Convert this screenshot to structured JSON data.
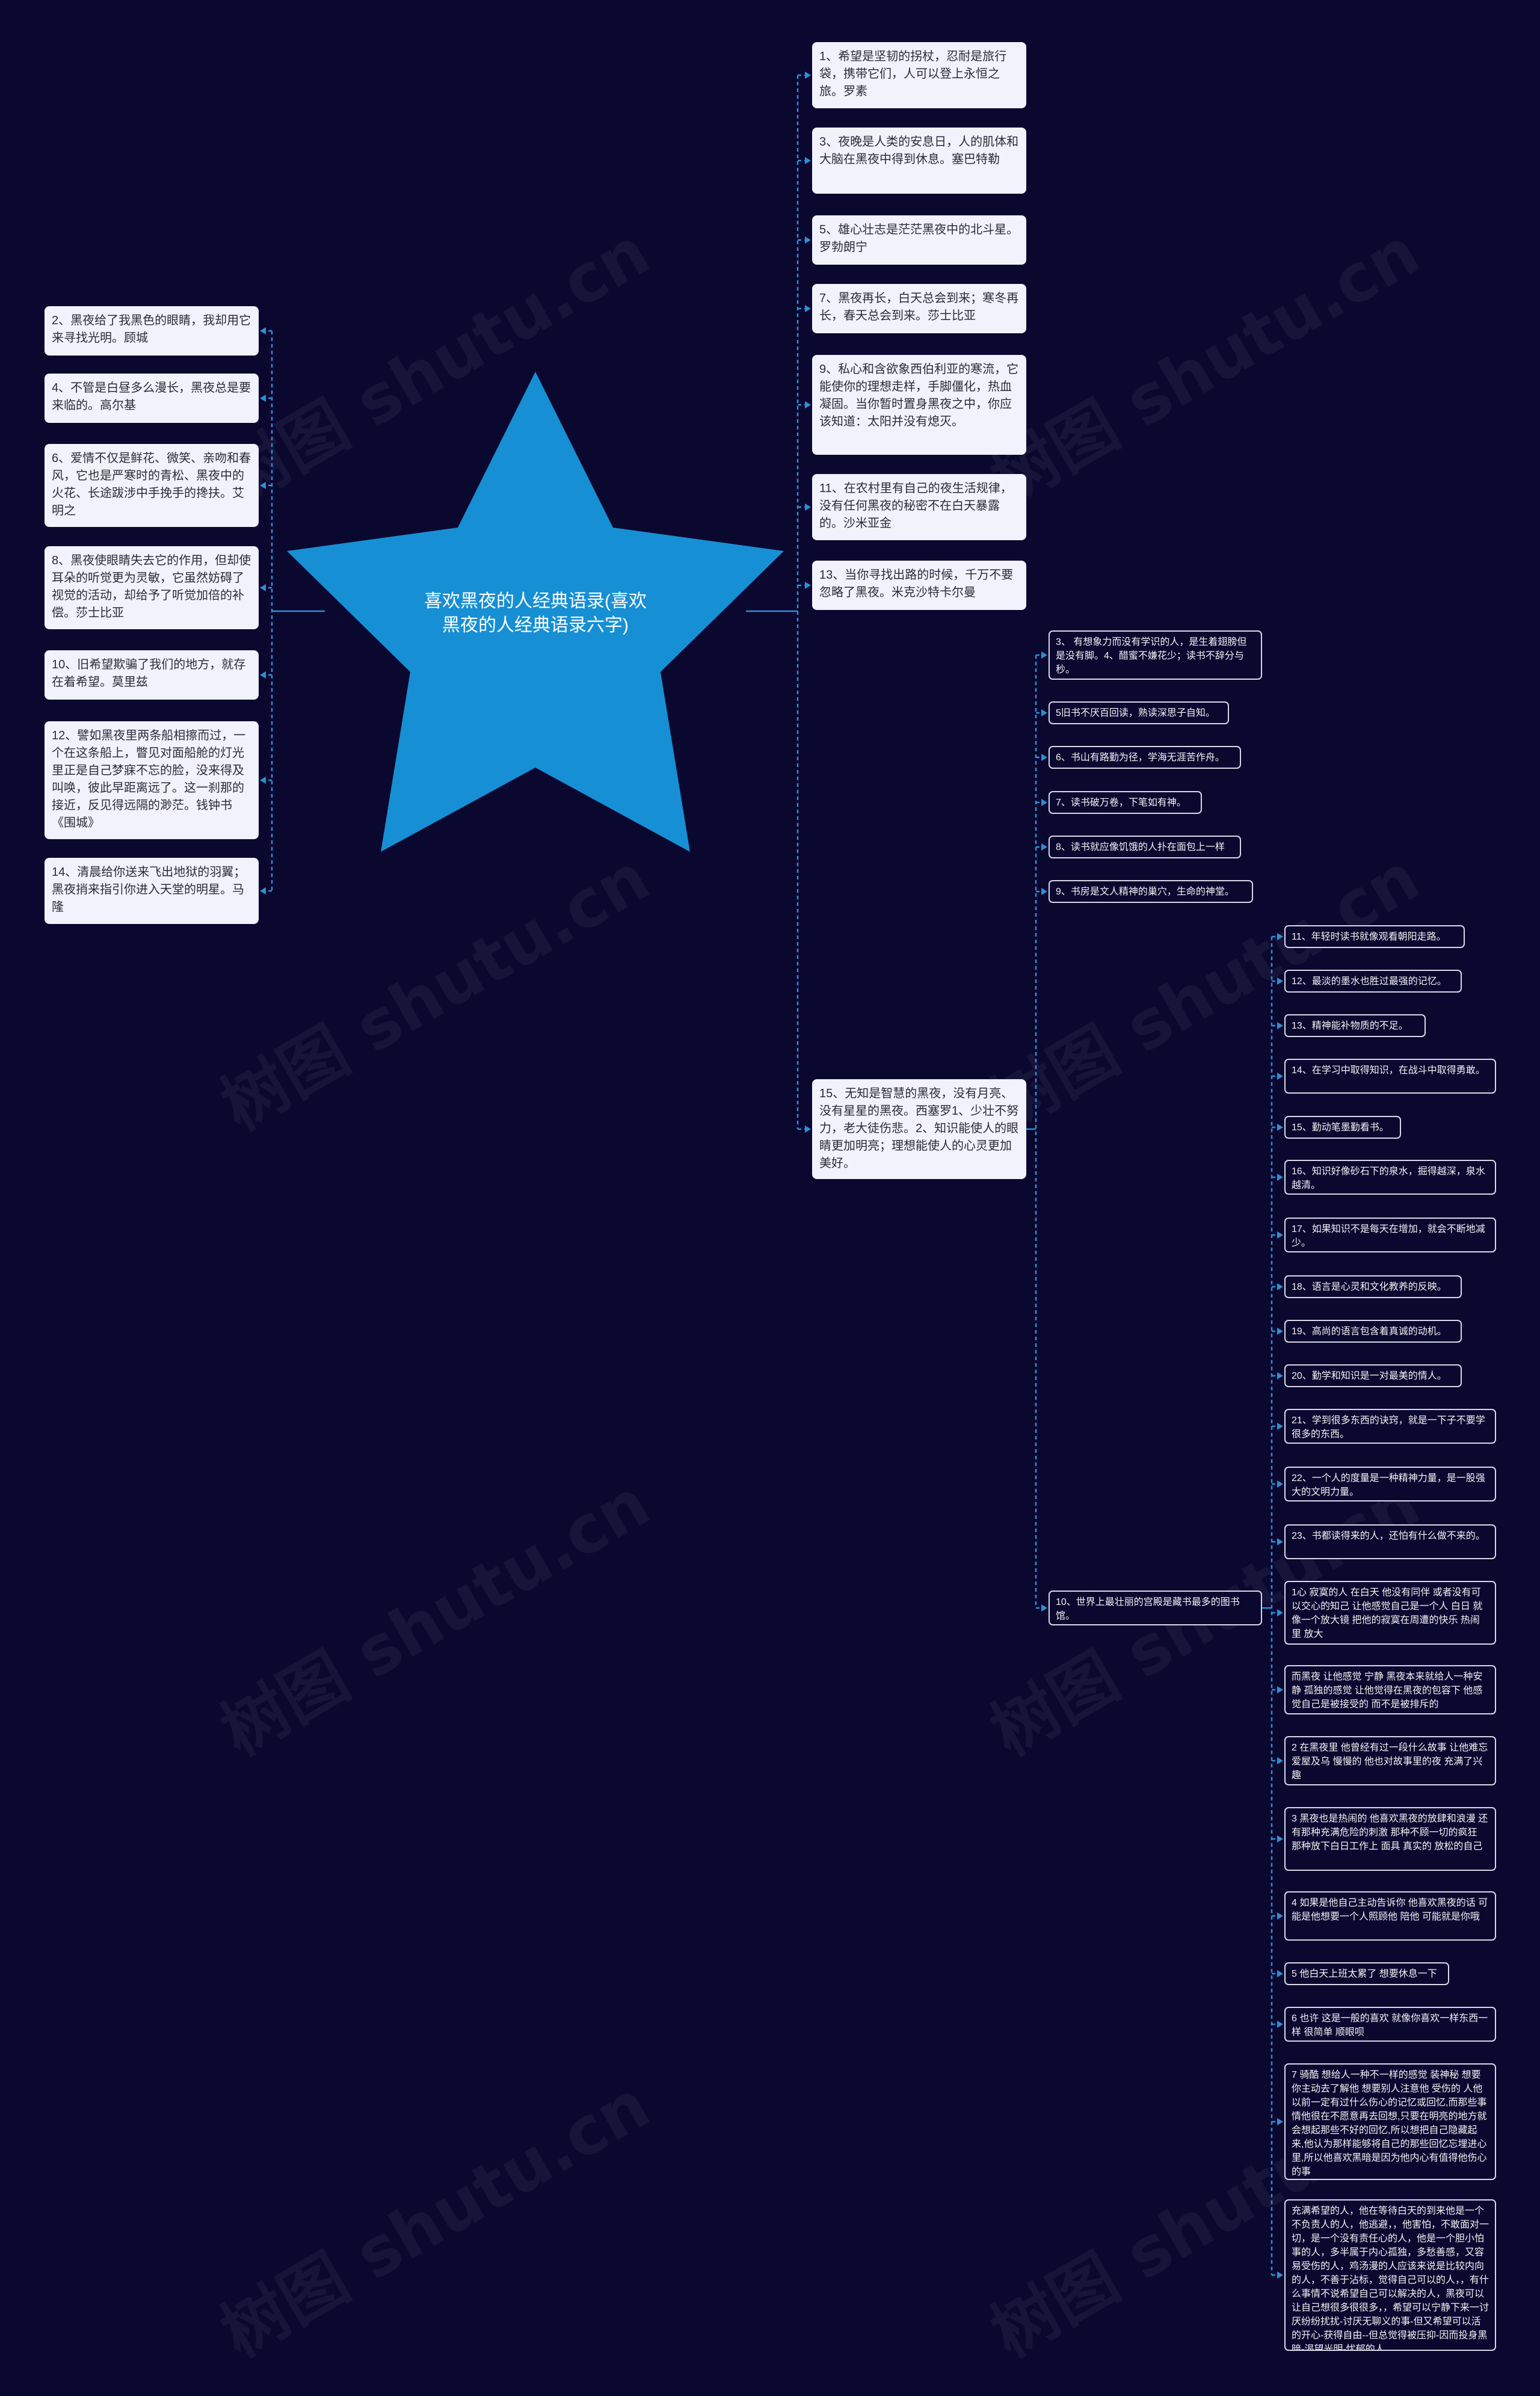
{
  "watermark": "树图 shutu.cn",
  "colors": {
    "background": "#0b0830",
    "star": "#178fd4",
    "connector": "#2e8fd6",
    "node": "#f1f2fb"
  },
  "root": {
    "title": "喜欢黑夜的人经典语录(喜欢黑夜的人经典语录六字)"
  },
  "left": [
    "2、黑夜给了我黑色的眼睛，我却用它来寻找光明。顾城",
    "4、不管是白昼多么漫长，黑夜总是要来临的。高尔基",
    "6、爱情不仅是鲜花、微笑、亲吻和春风，它也是严寒时的青松、黑夜中的火花、长途跋涉中手挽手的搀扶。艾明之",
    "8、黑夜使眼睛失去它的作用，但却使耳朵的听觉更为灵敏，它虽然妨碍了视觉的活动，却给予了听觉加倍的补偿。莎士比亚",
    "10、旧希望欺骗了我们的地方，就存在着希望。莫里兹",
    "12、譬如黑夜里两条船相擦而过，一个在这条船上，瞥见对面船舱的灯光里正是自己梦寐不忘的脸，没来得及叫唤，彼此早距离远了。这一刹那的接近，反见得远隔的渺茫。钱钟书《围城》",
    "14、清晨给你送来飞出地狱的羽翼；黑夜捎来指引你进入天堂的明星。马隆"
  ],
  "right": [
    "1、希望是坚韧的拐杖，忍耐是旅行袋，携带它们，人可以登上永恒之旅。罗素",
    "3、夜晚是人类的安息日，人的肌体和大脑在黑夜中得到休息。塞巴特勒",
    "5、雄心壮志是茫茫黑夜中的北斗星。罗勃朗宁",
    "7、黑夜再长，白天总会到来；寒冬再长，春天总会到来。莎士比亚",
    "9、私心和含欲象西伯利亚的寒流，它能使你的理想走样，手脚僵化，热血凝固。当你暂时置身黑夜之中，你应该知道：太阳并没有熄灭。",
    "11、在农村里有自己的夜生活规律，没有任何黑夜的秘密不在白天暴露的。沙米亚金",
    "13、当你寻找出路的时候，千万不要忽略了黑夜。米克沙特卡尔曼",
    "15、无知是智慧的黑夜，没有月亮、没有星星的黑夜。西塞罗1、少壮不努力，老大徒伤悲。2、知识能使人的眼睛更加明亮；理想能使人的心灵更加美好。"
  ],
  "level2": [
    "3、 有想象力而没有学识的人，是生着翅膀但是没有脚。4、醋蜜不嫌花少；读书不辞分与秒。",
    "5旧书不厌百回读，熟读深思子自知。",
    "6、书山有路勤为径，学海无涯苦作舟。",
    "7、读书破万卷，下笔如有神。",
    "8、读书就应像饥饿的人扑在面包上一样",
    "9、书房是文人精神的巢穴，生命的神堂。",
    "10、世界上最壮丽的宫殿是藏书最多的图书馆。"
  ],
  "level3": [
    "11、年轻时读书就像观看朝阳走路。",
    "12、最淡的墨水也胜过最强的记忆。",
    "13、精神能补物质的不足。",
    "14、在学习中取得知识，在战斗中取得勇敢。",
    "15、勤动笔墨勤看书。",
    "16、知识好像砂石下的泉水，掘得越深，泉水越清。",
    "17、如果知识不是每天在增加，就会不断地减少。",
    "18、语言是心灵和文化教养的反映。",
    "19、高尚的语言包含着真诚的动机。",
    "20、勤学和知识是一对最美的情人。",
    "21、学到很多东西的诀窍，就是一下子不要学很多的东西。",
    "22、一个人的度量是一种精神力量，是一股强大的文明力量。",
    "23、书都读得来的人，还怕有什么做不来的。",
    "1心 寂寞的人 在白天 他没有同伴 或者没有可以交心的知己 让他感觉自己是一个人 白日 就像一个放大镜 把他的寂寞在周遭的快乐 热闹里 放大",
    "而黑夜 让他感觉 宁静 黑夜本来就给人一种安静 孤独的感觉 让他觉得在黑夜的包容下 他感觉自己是被接受的 而不是被排斥的",
    "2 在黑夜里 他曾经有过一段什么故事 让他难忘 爱屋及乌 慢慢的 他也对故事里的夜 充满了兴趣",
    "3 黑夜也是热闹的 他喜欢黑夜的放肆和浪漫 还有那种充满危险的刺激 那种不顾一切的疯狂 那种放下白日工作上 面具 真实的 放松的自己",
    "4 如果是他自己主动告诉你 他喜欢黑夜的话 可能是他想要一个人照顾他 陪他 可能就是你哦",
    "5 他白天上班太累了 想要休息一下",
    "6 也许 这是一般的喜欢 就像你喜欢一样东西一样 很简单 顺眼呗",
    "7 骑酷 想给人一种不一样的感觉 装神秘 想要你主动去了解他 想要别人注意他 受伤的 人他以前一定有过什么伤心的记忆或回忆,而那些事情他很在不愿意再去回想,只要在明亮的地方就会想起那些不好的回忆,所以想把自己隐藏起来,他认为那样能够将自己的那些回忆忘埋进心里,所以他喜欢黑暗是因为他内心有值得他伤心的事",
    "充满希望的人，他在等待白天的到来他是一个不负责人的人，他逃避，，他害怕，不敢面对一切，是一个没有责任心的人，他是一个胆小怕事的人，多半属于内心孤独，多愁善感，又容易受伤的人，鸡汤漫的人应该来说是比较内向的人，不善于沾标，觉得自己可以的人，，有什么事情不说希望自己可以解决的人，黑夜可以让自己想很多很很多，，希望可以宁静下来一讨厌纷纷扰扰-讨厌无聊义的事-但又希望可以活的开心-获得自由--但总觉得被压抑-因而投身黑暗-渴望光明-忧郁的人"
  ]
}
